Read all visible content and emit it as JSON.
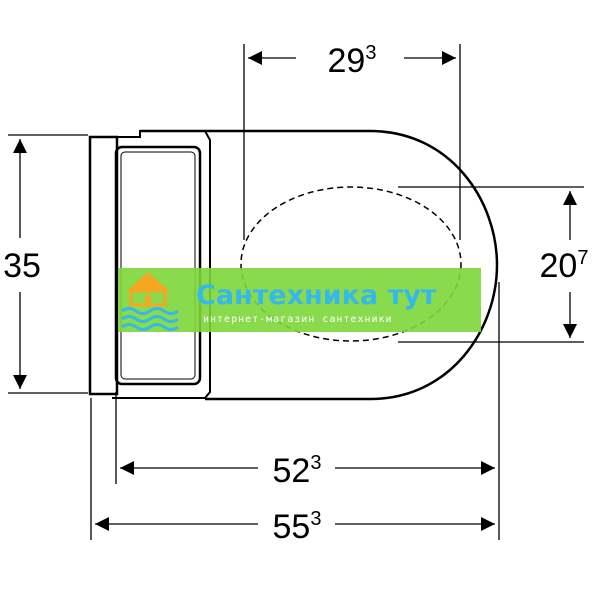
{
  "dimensions": {
    "top_width": {
      "main": "29",
      "sup": "3"
    },
    "height": {
      "main": "35",
      "sup": ""
    },
    "seat_opening": {
      "main": "20",
      "sup": "7"
    },
    "bowl_length": {
      "main": "52",
      "sup": "3"
    },
    "total_length": {
      "main": "55",
      "sup": "3"
    }
  },
  "watermark": {
    "title": "Сантехника тут",
    "subtitle": "интернет-магазин сантехники",
    "band_color": "#7dd63a",
    "title_color": "#35b8ea",
    "subtitle_color": "#ffffff",
    "icon": "house-waves-icon"
  },
  "colors": {
    "line": "#000000",
    "background": "#ffffff"
  }
}
